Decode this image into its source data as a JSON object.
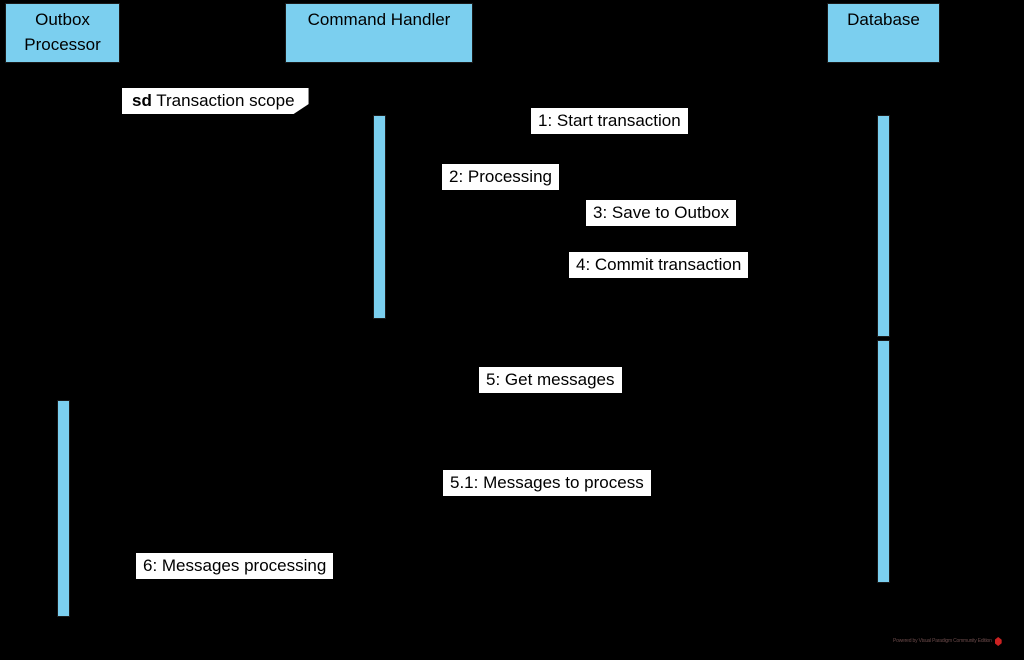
{
  "diagram": {
    "type": "uml-sequence-diagram",
    "background_color": "#000000",
    "accent_color": "#7BCFEF",
    "border_color": "#1a1a1a",
    "label_background": "#FFFFFF"
  },
  "participants": [
    {
      "id": "outbox-processor",
      "label": "Outbox\nProcessor"
    },
    {
      "id": "command-handler",
      "label": "Command Handler"
    },
    {
      "id": "database",
      "label": "Database"
    }
  ],
  "fragment": {
    "keyword": "sd",
    "name": "Transaction scope"
  },
  "messages": [
    {
      "seq": "1",
      "text": "1: Start transaction",
      "from": "command-handler",
      "to": "database",
      "style": "solid"
    },
    {
      "seq": "2",
      "text": "2: Processing",
      "from": "command-handler",
      "to": "command-handler",
      "style": "solid"
    },
    {
      "seq": "3",
      "text": "3: Save to Outbox",
      "from": "command-handler",
      "to": "database",
      "style": "solid"
    },
    {
      "seq": "4",
      "text": "4: Commit transaction",
      "from": "command-handler",
      "to": "database",
      "style": "solid"
    },
    {
      "seq": "5",
      "text": "5: Get messages",
      "from": "outbox-processor",
      "to": "database",
      "style": "solid"
    },
    {
      "seq": "5.1",
      "text": "5.1: Messages to process",
      "from": "database",
      "to": "outbox-processor",
      "style": "dashed"
    },
    {
      "seq": "6",
      "text": "6: Messages processing",
      "from": "outbox-processor",
      "to": "outbox-processor",
      "style": "solid"
    }
  ],
  "watermark": {
    "text": "Powered by Visual Paradigm Community Edition"
  }
}
